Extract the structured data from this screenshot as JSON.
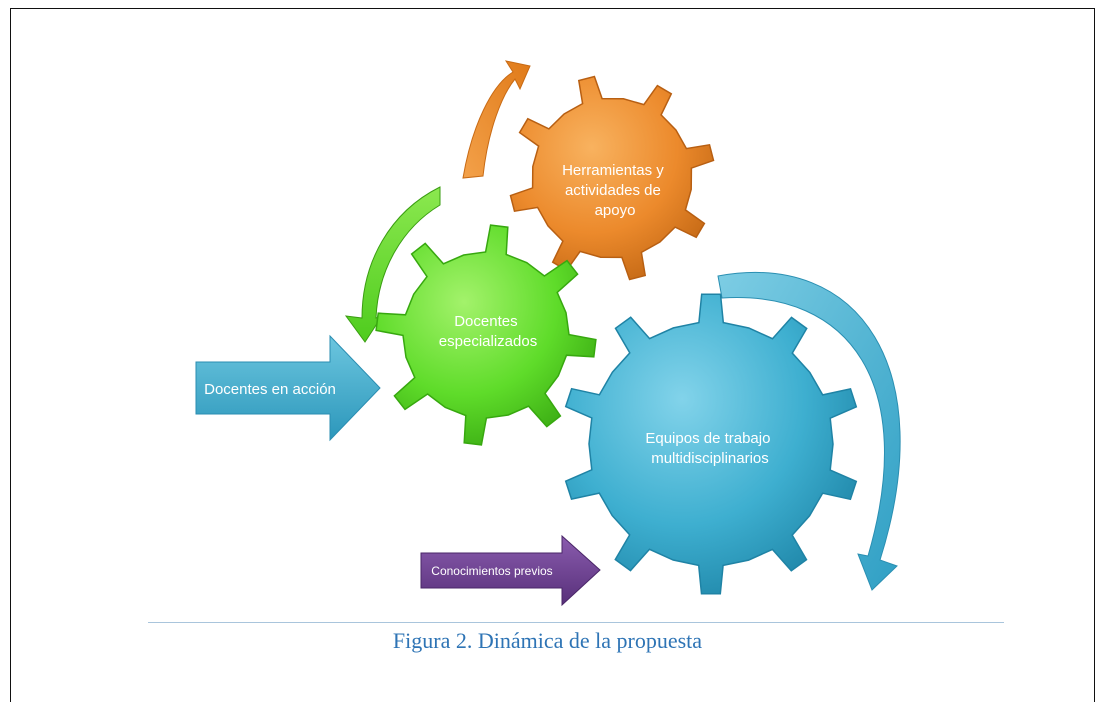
{
  "diagram": {
    "gears": [
      {
        "id": "orange",
        "label": "Herramientas  y actividades de apoyo",
        "color": "#ec8a2c",
        "light": "#f8b25f",
        "dark": "#b85f12"
      },
      {
        "id": "green",
        "label": "Docentes especializados",
        "color": "#5fdc2a",
        "light": "#a3f26b",
        "dark": "#37a80f"
      },
      {
        "id": "blue",
        "label": "Equipos de trabajo multidisciplinarios",
        "color": "#3eafd0",
        "light": "#82d3ea",
        "dark": "#1f83a5"
      }
    ],
    "arrows": [
      {
        "id": "docentes-en-accion",
        "label": "Docentes en acción",
        "color": "#3bb0d1"
      },
      {
        "id": "conocimientos-previos",
        "label": "Conocimientos previos",
        "color": "#6b3a8e"
      }
    ]
  },
  "caption": "Figura 2.  Dinámica de la propuesta"
}
